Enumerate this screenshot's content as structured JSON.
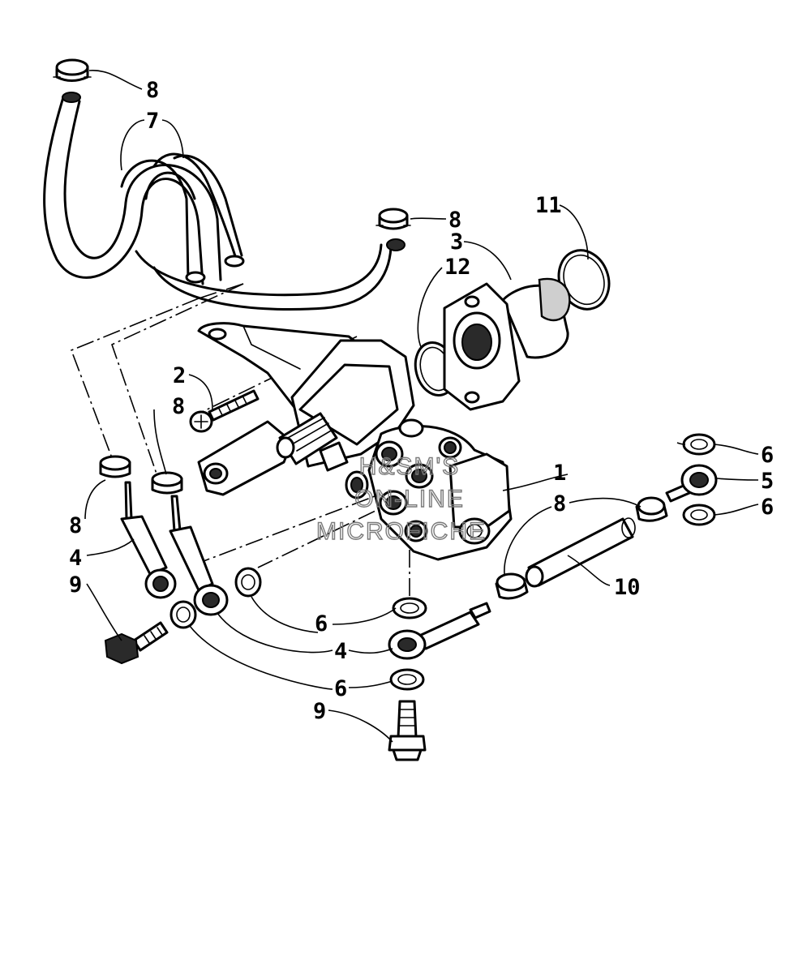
{
  "watermark": {
    "line1": "H&SM'S",
    "line2": "ON-LINE",
    "line3": "MICROFICHE"
  },
  "callouts": [
    {
      "id": "c8a",
      "label": "8"
    },
    {
      "id": "c7",
      "label": "7"
    },
    {
      "id": "c8b",
      "label": "8"
    },
    {
      "id": "c11",
      "label": "11"
    },
    {
      "id": "c3",
      "label": "3"
    },
    {
      "id": "c12",
      "label": "12"
    },
    {
      "id": "c2",
      "label": "2"
    },
    {
      "id": "c8c",
      "label": "8"
    },
    {
      "id": "c6a",
      "label": "6"
    },
    {
      "id": "c1",
      "label": "1"
    },
    {
      "id": "c5",
      "label": "5"
    },
    {
      "id": "c8d",
      "label": "8"
    },
    {
      "id": "c6b",
      "label": "6"
    },
    {
      "id": "c8e",
      "label": "8"
    },
    {
      "id": "c4a",
      "label": "4"
    },
    {
      "id": "c9a",
      "label": "9"
    },
    {
      "id": "c10",
      "label": "10"
    },
    {
      "id": "c6c",
      "label": "6"
    },
    {
      "id": "c4b",
      "label": "4"
    },
    {
      "id": "c6d",
      "label": "6"
    },
    {
      "id": "c9b",
      "label": "9"
    }
  ]
}
